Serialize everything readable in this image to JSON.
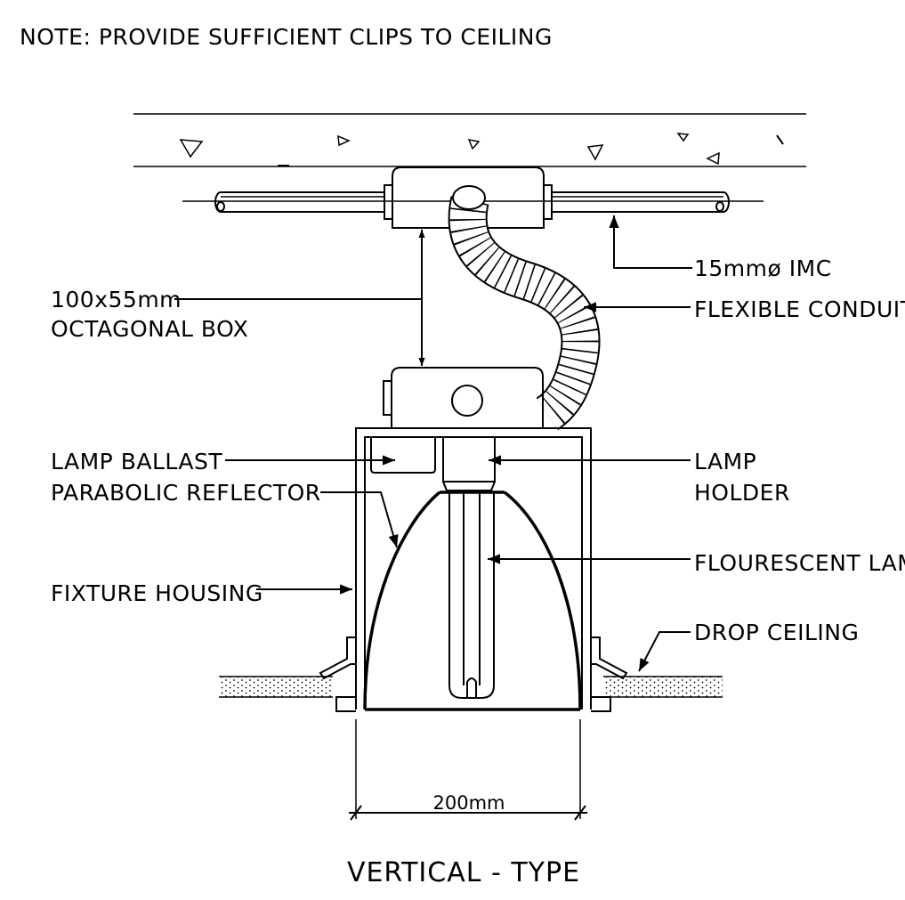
{
  "note": "NOTE: PROVIDE SUFFICIENT CLIPS TO CEILING",
  "labels": {
    "conduit_size": "15mmø IMC",
    "box_size": "100x55mm",
    "box_name": "OCTAGONAL BOX",
    "flexible_conduit": "FLEXIBLE CONDUIT",
    "lamp_ballast": "LAMP BALLAST",
    "parabolic_reflector": "PARABOLIC REFLECTOR",
    "lamp_holder_1": "LAMP",
    "lamp_holder_2": "HOLDER",
    "fixture_housing": "FIXTURE HOUSING",
    "fluorescent_lamp": "FLOURESCENT LAMP",
    "drop_ceiling": "DROP CEILING"
  },
  "dimension": "200mm",
  "title": "VERTICAL - TYPE"
}
